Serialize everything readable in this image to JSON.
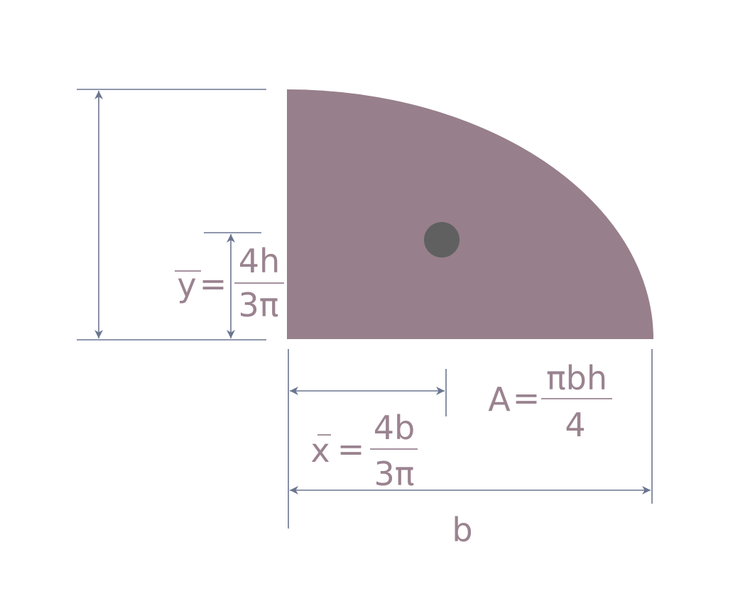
{
  "colors": {
    "shape": "#977f8b",
    "centroid": "#606060",
    "dimension_lines": "#6a7590",
    "text": "#9a8390"
  },
  "labels": {
    "y_bar": {
      "symbol": "y",
      "equals": "=",
      "numerator": "4h",
      "denominator": "3π"
    },
    "x_bar": {
      "symbol": "x",
      "equals": "=",
      "numerator": "4b",
      "denominator": "3π"
    },
    "area": {
      "symbol": "A",
      "equals": "=",
      "numerator": "πbh",
      "denominator": "4"
    },
    "width": "b"
  }
}
